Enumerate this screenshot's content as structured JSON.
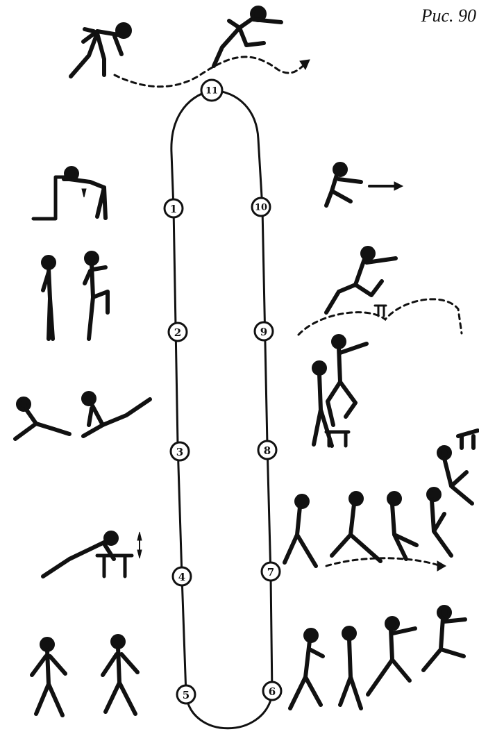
{
  "figure": {
    "caption": "Рис. 90",
    "stations": [
      "1",
      "2",
      "3",
      "4",
      "5",
      "6",
      "7",
      "8",
      "9",
      "10",
      "11"
    ]
  },
  "exercises": {
    "top": "hurdle-run",
    "left": [
      "bent-over-stretch",
      "high-knee-raise",
      "sitting-leg-swings",
      "push-ups-on-bench",
      "walking"
    ],
    "right": [
      "crouch-jump",
      "hurdle-bounds",
      "step-ups",
      "sprint-and-climb",
      "running-steps"
    ]
  },
  "colors": {
    "ink": "#111111",
    "background": "#ffffff"
  }
}
